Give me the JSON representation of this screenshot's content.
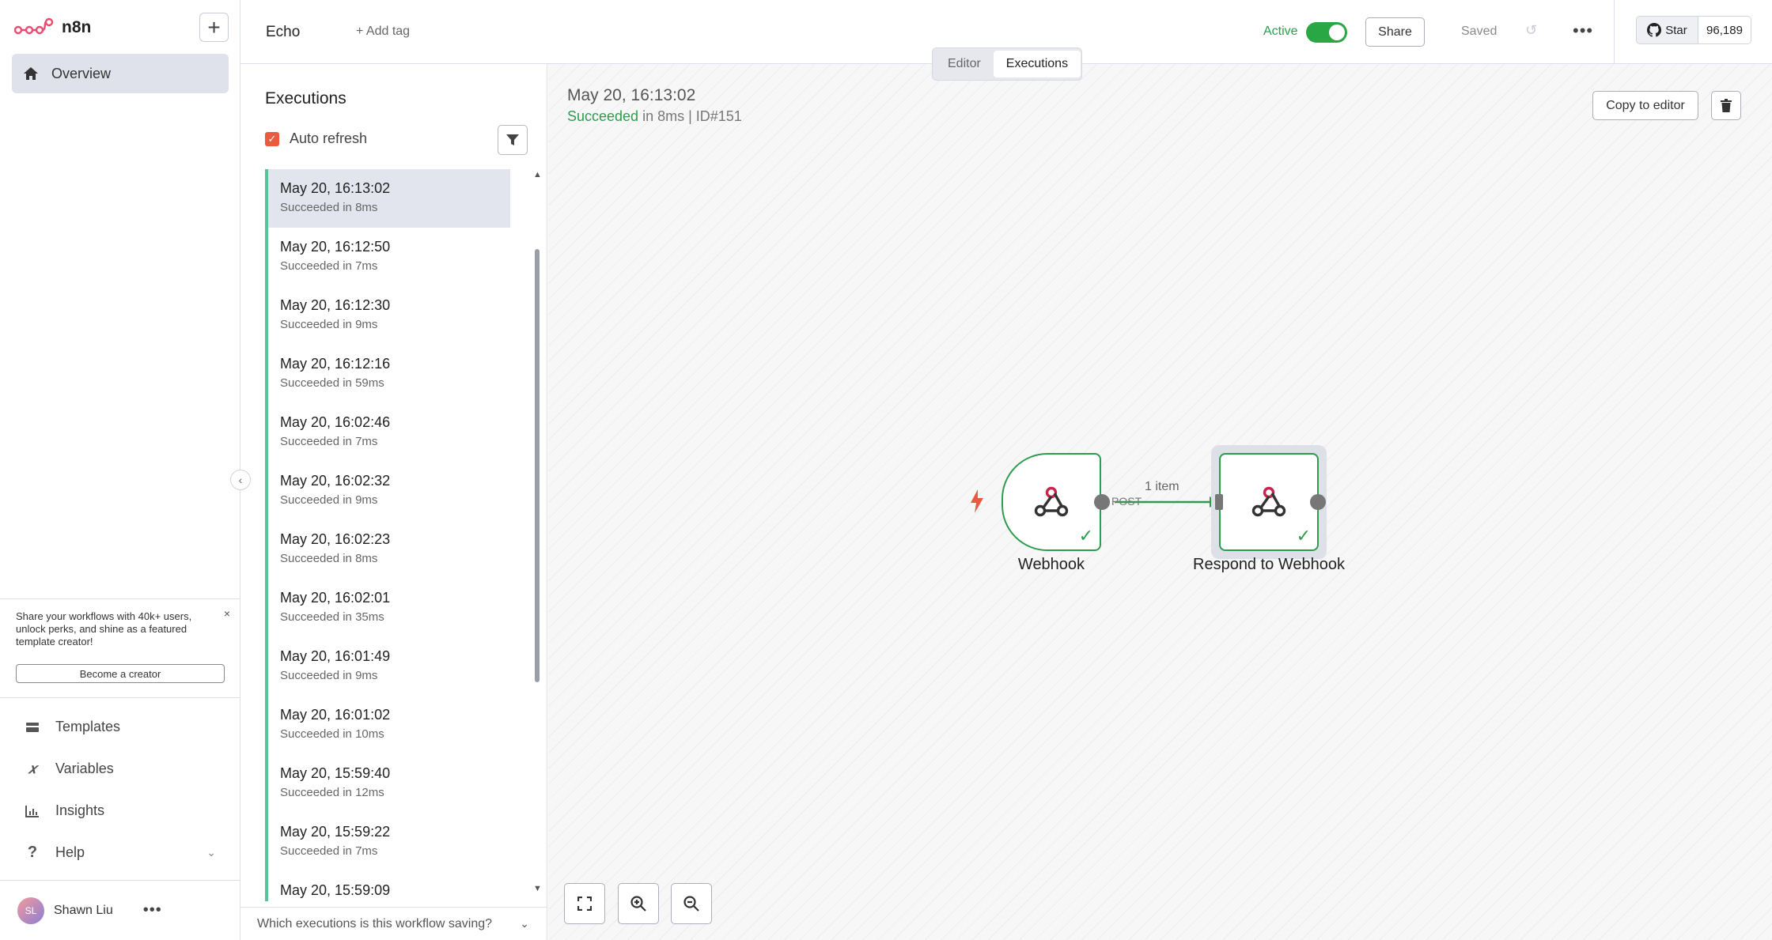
{
  "sidebar": {
    "logo_text": "n8n",
    "add_label": "+",
    "overview_label": "Overview",
    "promo_text": "Share your workflows with 40k+ users, unlock perks, and shine as a featured template creator!",
    "promo_close": "×",
    "promo_button": "Become a creator",
    "nav_items": [
      {
        "label": "Templates",
        "icon": "templates-icon"
      },
      {
        "label": "Variables",
        "icon": "variables-icon"
      },
      {
        "label": "Insights",
        "icon": "insights-icon"
      },
      {
        "label": "Help",
        "icon": "help-icon"
      }
    ],
    "user_initials": "SL",
    "user_name": "Shawn Liu",
    "user_more": "•••"
  },
  "header": {
    "workflow_name": "Echo",
    "add_tag": "+ Add tag",
    "active_label": "Active",
    "active": true,
    "share": "Share",
    "saved": "Saved",
    "more": "•••",
    "github_star": "Star",
    "github_count": "96,189",
    "tabs": {
      "editor": "Editor",
      "executions": "Executions"
    }
  },
  "executions": {
    "title": "Executions",
    "auto_refresh": "Auto refresh",
    "auto_refresh_checked": true,
    "items": [
      {
        "date": "May 20, 16:13:02",
        "status": "Succeeded in 8ms"
      },
      {
        "date": "May 20, 16:12:50",
        "status": "Succeeded in 7ms"
      },
      {
        "date": "May 20, 16:12:30",
        "status": "Succeeded in 9ms"
      },
      {
        "date": "May 20, 16:12:16",
        "status": "Succeeded in 59ms"
      },
      {
        "date": "May 20, 16:02:46",
        "status": "Succeeded in 7ms"
      },
      {
        "date": "May 20, 16:02:32",
        "status": "Succeeded in 9ms"
      },
      {
        "date": "May 20, 16:02:23",
        "status": "Succeeded in 8ms"
      },
      {
        "date": "May 20, 16:02:01",
        "status": "Succeeded in 35ms"
      },
      {
        "date": "May 20, 16:01:49",
        "status": "Succeeded in 9ms"
      },
      {
        "date": "May 20, 16:01:02",
        "status": "Succeeded in 10ms"
      },
      {
        "date": "May 20, 15:59:40",
        "status": "Succeeded in 12ms"
      },
      {
        "date": "May 20, 15:59:22",
        "status": "Succeeded in 7ms"
      },
      {
        "date": "May 20, 15:59:09",
        "status": ""
      }
    ],
    "saving_question": "Which executions is this workflow saving?"
  },
  "canvas": {
    "run_date": "May 20, 16:13:02",
    "run_status_word": "Succeeded",
    "run_status_rest": " in 8ms | ID#151",
    "copy_to_editor": "Copy to editor",
    "nodes": [
      {
        "label": "Webhook",
        "icon": "webhook-icon"
      },
      {
        "label": "Respond to Webhook",
        "icon": "webhook-icon"
      }
    ],
    "connection_method": "POST",
    "connection_items": "1 item"
  },
  "colors": {
    "success": "#2d9c4c",
    "accent": "#ea5a3c",
    "selected_row": "#e3e5ee",
    "exec_bar": "#5ac29a"
  }
}
